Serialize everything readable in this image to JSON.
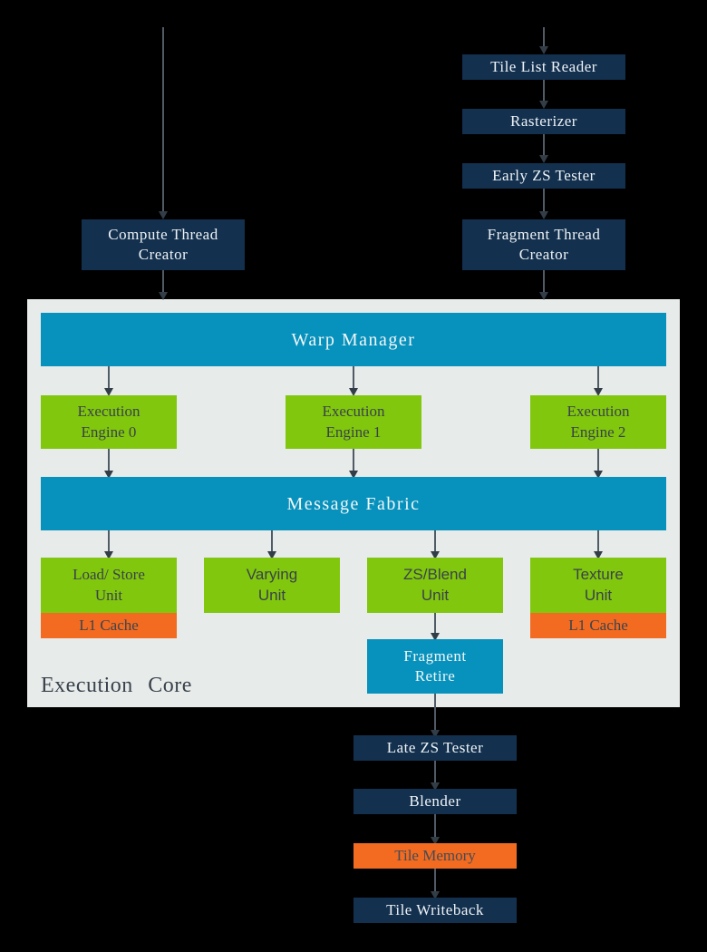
{
  "colors": {
    "background": "#000000",
    "navy_box": "#13304e",
    "teal_box": "#0792bd",
    "green_box": "#80c70d",
    "orange_box": "#f26b21",
    "panel_gray": "#e7ebea",
    "arrow": "#515b66",
    "dark_text": "#3a424b",
    "light_text": "#f2f6f7"
  },
  "top": {
    "compute_thread_creator": "Compute Thread\nCreator",
    "tile_list_reader": "Tile List Reader",
    "rasterizer": "Rasterizer",
    "early_zs_tester": "Early ZS Tester",
    "fragment_thread_creator": "Fragment Thread\nCreator"
  },
  "execution_core": {
    "label": "Execution Core",
    "warp_manager": "Warp Manager",
    "engines": [
      "Execution\nEngine 0",
      "Execution\nEngine 1",
      "Execution\nEngine 2"
    ],
    "message_fabric": "Message Fabric",
    "units": {
      "load_store": "Load/ Store\nUnit",
      "varying": "Varying\nUnit",
      "zs_blend": "ZS/Blend\nUnit",
      "texture": "Texture\nUnit"
    },
    "l1_cache": "L1 Cache",
    "fragment_retire": "Fragment\nRetire"
  },
  "bottom": {
    "late_zs_tester": "Late ZS Tester",
    "blender": "Blender",
    "tile_memory": "Tile Memory",
    "tile_writeback": "Tile Writeback"
  }
}
